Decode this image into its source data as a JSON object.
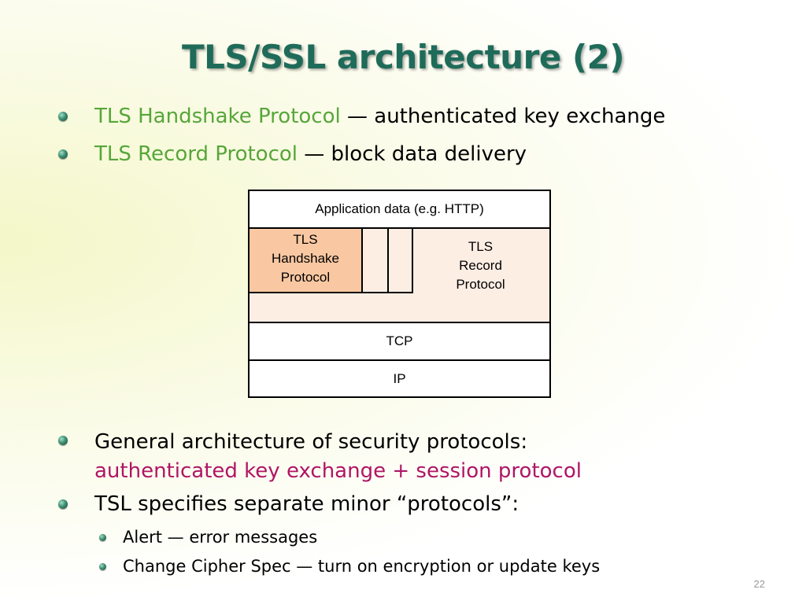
{
  "slide": {
    "title": "TLS/SSL architecture (2)",
    "page_number": "22"
  },
  "bullets": [
    {
      "highlight": "TLS Handshake Protocol",
      "rest": " — authenticated key exchange"
    },
    {
      "highlight": "TLS Record Protocol",
      "rest": " — block data delivery"
    },
    {
      "text": "General architecture of security protocols:",
      "emphasis": "authenticated key exchange + session protocol"
    },
    {
      "text": "TSL specifies separate minor “protocols”:"
    }
  ],
  "sub_bullets": [
    "Alert — error messages",
    "Change Cipher Spec — turn on encryption or update keys"
  ],
  "diagram": {
    "application": "Application data (e.g. HTTP)",
    "handshake": "TLS\nHandshake\nProtocol",
    "record": "TLS\nRecord\nProtocol",
    "tcp": "TCP",
    "ip": "IP"
  },
  "colors": {
    "title": "#1f6b5a",
    "highlight_green": "#57a63a",
    "emphasis_magenta": "#b01565",
    "record_fill": "#fdeee4",
    "handshake_fill": "#f9c8a2"
  }
}
